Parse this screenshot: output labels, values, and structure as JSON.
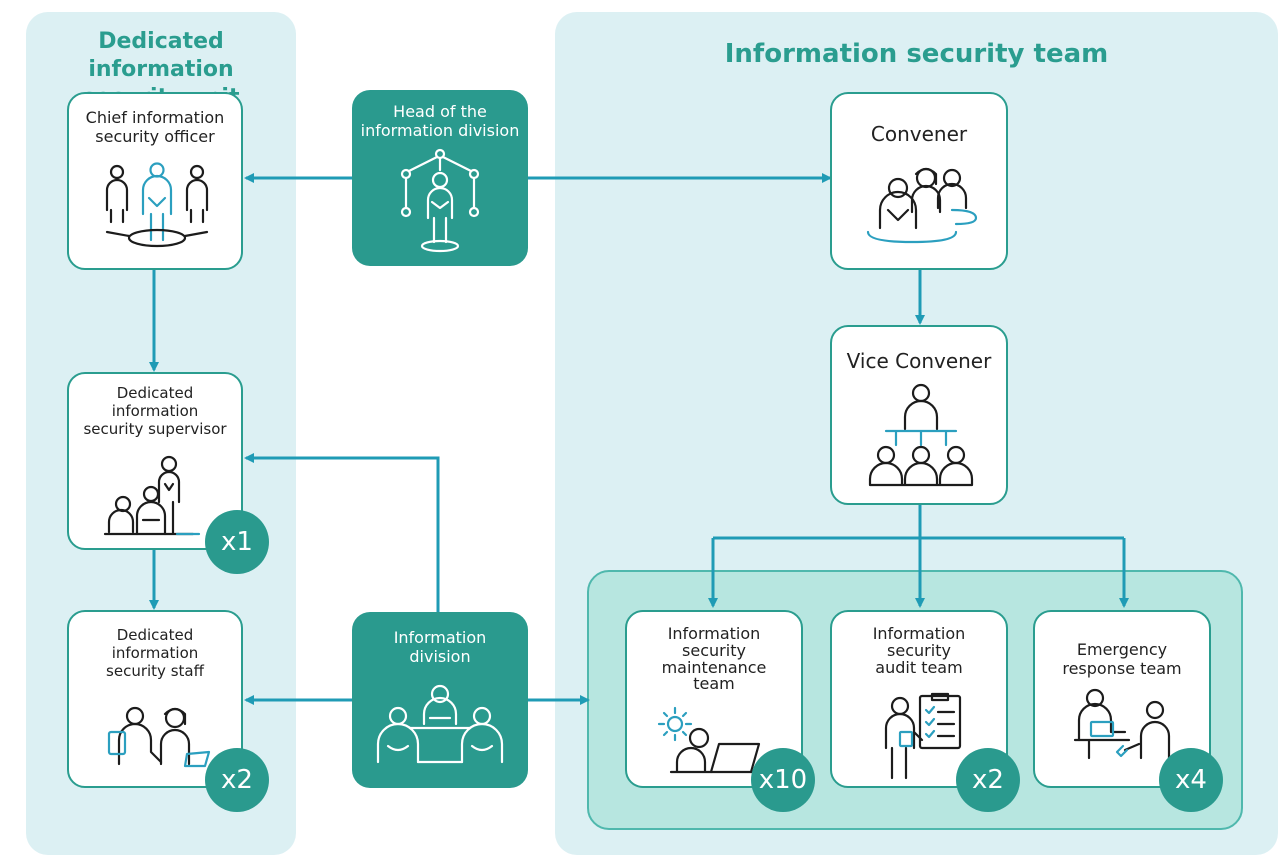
{
  "left_panel": {
    "title": "Dedicated information\nsecurity unit"
  },
  "right_panel": {
    "title": "Information security team"
  },
  "nodes": {
    "ciso": {
      "label": "Chief information\nsecurity officer",
      "icon": "leader-with-team-icon"
    },
    "supervisor": {
      "label": "Dedicated\ninformation\nsecurity supervisor",
      "icon": "supervisor-team-icon",
      "count": "x1"
    },
    "staff": {
      "label": "Dedicated\ninformation\nsecurity staff",
      "icon": "staff-working-icon",
      "count": "x2"
    },
    "head_division": {
      "label": "Head of the\ninformation division",
      "icon": "network-leader-icon"
    },
    "info_division": {
      "label": "Information\ndivision",
      "icon": "meeting-group-icon"
    },
    "convener": {
      "label": "Convener",
      "icon": "convener-group-icon"
    },
    "vice_convener": {
      "label": "Vice Convener",
      "icon": "hierarchy-icon"
    },
    "maintenance": {
      "label": "Information\nsecurity\nmaintenance\nteam",
      "icon": "maintenance-gear-icon",
      "count": "x10"
    },
    "audit": {
      "label": "Information\nsecurity\naudit team",
      "icon": "audit-checklist-icon",
      "count": "x2"
    },
    "emergency": {
      "label": "Emergency\nresponse team",
      "icon": "emergency-response-icon",
      "count": "x4"
    }
  },
  "colors": {
    "panel_bg": "#dcf0f3",
    "accent": "#2a9d8f",
    "dark_box": "#2a9a8e",
    "connector": "#1f9bb5",
    "subgroup_bg": "#b7e6e0"
  }
}
